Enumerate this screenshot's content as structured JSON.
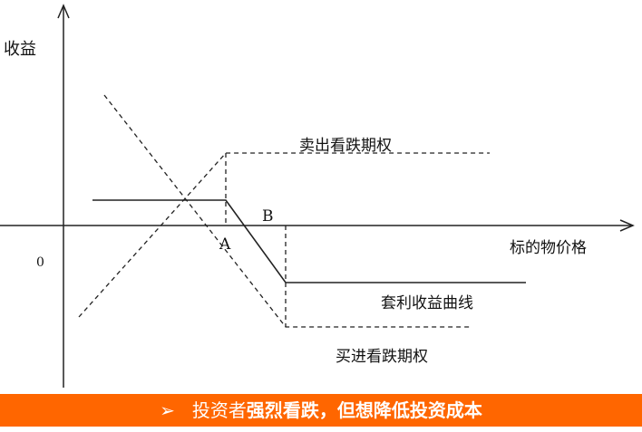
{
  "diagram": {
    "y_axis_label": "收益",
    "x_axis_label": "标的物价格",
    "origin_label": "0",
    "point_a": "A",
    "point_b": "B",
    "short_put_label": "卖出看跌期权",
    "long_put_label": "买进看跌期权",
    "arbitrage_label": "套利收益曲线"
  },
  "banner": {
    "bullet": "➢",
    "prefix": "投资者",
    "emphasis": "强烈看跌，但想降低投资成本"
  },
  "colors": {
    "banner": "#ff6600"
  }
}
